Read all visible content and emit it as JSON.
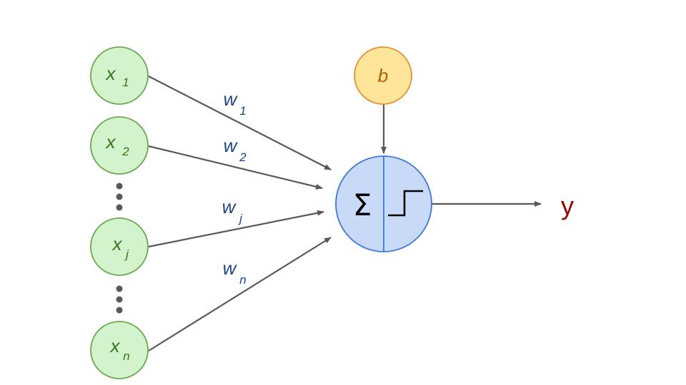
{
  "colors": {
    "input_fill": "#d3f3cc",
    "input_stroke": "#6aa84f",
    "input_text": "#38761d",
    "bias_fill": "#ffe599",
    "bias_stroke": "#e69138",
    "bias_text": "#b45f06",
    "neuron_fill": "#c9daf8",
    "neuron_stroke": "#3c78d8",
    "arrow": "#595959",
    "weight_text": "#1c4587",
    "output_text": "#990000",
    "dots": "#595959"
  },
  "inputs": [
    {
      "main": "x",
      "sub": "1"
    },
    {
      "main": "x",
      "sub": "2"
    },
    {
      "main": "x",
      "sub": "j"
    },
    {
      "main": "x",
      "sub": "n"
    }
  ],
  "weights": [
    {
      "main": "w",
      "sub": "1"
    },
    {
      "main": "w",
      "sub": "2"
    },
    {
      "main": "w",
      "sub": "j"
    },
    {
      "main": "w",
      "sub": "n"
    }
  ],
  "bias": {
    "label": "b"
  },
  "neuron": {
    "sum_symbol": "Σ",
    "activation_icon": "step-function-icon"
  },
  "output": {
    "label": "y"
  },
  "icons": {
    "ellipsis": "vertical-ellipsis-icon"
  }
}
